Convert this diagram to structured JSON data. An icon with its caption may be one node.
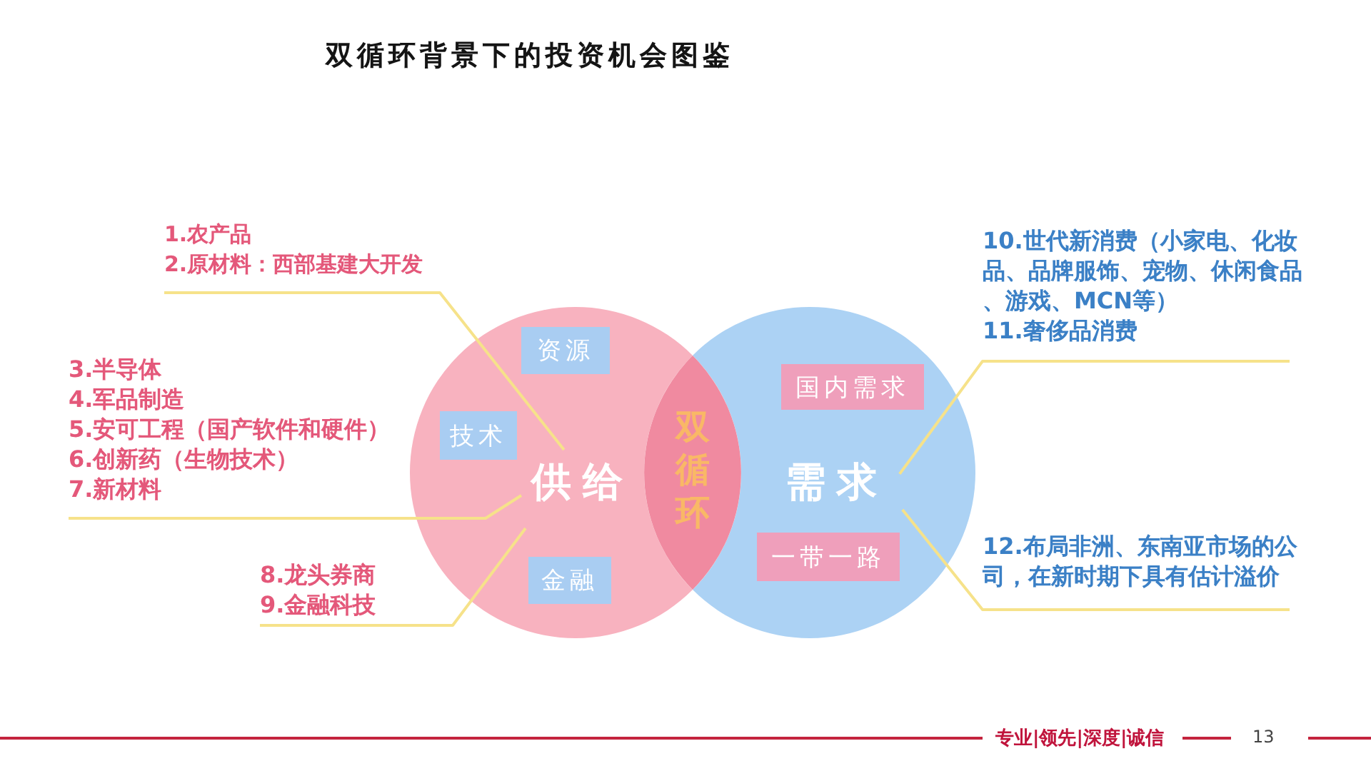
{
  "diagram": {
    "title": "双循环背景下的投资机会图鉴",
    "nodes": [
      {
        "text": [
          "1.农产品",
          "2.原材料：西部基建大开发"
        ]
      },
      {
        "text": [
          "3.半导体",
          "4.军品制造",
          "5.安可工程（国产软件和硬件）",
          "6.创新药（生物技术）",
          "7.新材料"
        ]
      },
      {
        "text": [
          "8.龙头券商",
          "9.金融科技"
        ]
      },
      {
        "text": [
          "供给"
        ]
      },
      {
        "text": [
          "资源"
        ],
        "in": 3
      },
      {
        "text": [
          "技术"
        ],
        "in": 3
      },
      {
        "text": [
          "金融"
        ],
        "in": 3
      },
      {
        "text": [
          "双循环"
        ]
      },
      {
        "text": [
          "需求"
        ]
      },
      {
        "text": [
          "国内需求"
        ],
        "in": 8
      },
      {
        "text": [
          "一带一路"
        ],
        "in": 8
      },
      {
        "text": [
          "10.世代新消费（小家电、化妆品、品牌服饰、宠物、休闲食品、游戏、MCN等）",
          "11.奢侈品消费"
        ]
      },
      {
        "text": [
          "12.布局非洲、东南亚市场的公司，在新时期下具有估计溢价"
        ]
      }
    ],
    "edges": [
      {
        "from": 0,
        "to": 3,
        "arrow": "none"
      },
      {
        "from": 1,
        "to": 3,
        "arrow": "none"
      },
      {
        "from": 2,
        "to": 3,
        "arrow": "none"
      },
      {
        "from": 11,
        "to": 8,
        "arrow": "none"
      },
      {
        "from": 12,
        "to": 8,
        "arrow": "none"
      }
    ],
    "labels": [
      "专业|领先|深度|诚信",
      "13"
    ]
  }
}
